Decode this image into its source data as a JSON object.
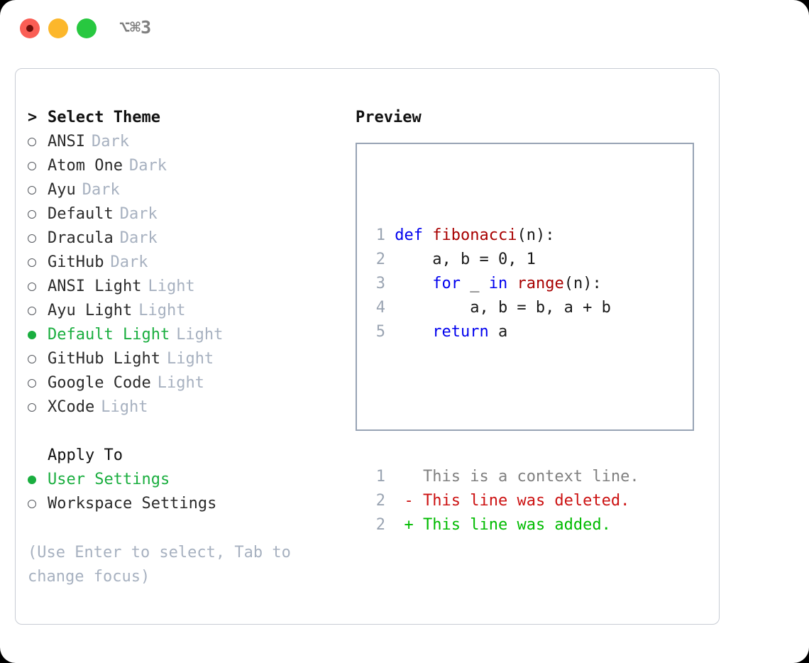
{
  "titlebar": {
    "shortcut": "⌥⌘3",
    "lights": [
      {
        "name": "close",
        "color": "#fa5e55"
      },
      {
        "name": "minimize",
        "color": "#fcb72b"
      },
      {
        "name": "maximize",
        "color": "#28c840"
      }
    ]
  },
  "theme_list": {
    "heading_marker": ">",
    "heading": "Select Theme",
    "items": [
      {
        "marker": "○",
        "selected": false,
        "label": "ANSI",
        "badge": "Dark"
      },
      {
        "marker": "○",
        "selected": false,
        "label": "Atom One",
        "badge": "Dark"
      },
      {
        "marker": "○",
        "selected": false,
        "label": "Ayu",
        "badge": "Dark"
      },
      {
        "marker": "○",
        "selected": false,
        "label": "Default",
        "badge": "Dark"
      },
      {
        "marker": "○",
        "selected": false,
        "label": "Dracula",
        "badge": "Dark"
      },
      {
        "marker": "○",
        "selected": false,
        "label": "GitHub",
        "badge": "Dark"
      },
      {
        "marker": "○",
        "selected": false,
        "label": "ANSI Light",
        "badge": "Light"
      },
      {
        "marker": "○",
        "selected": false,
        "label": "Ayu Light",
        "badge": "Light"
      },
      {
        "marker": "●",
        "selected": true,
        "label": "Default Light",
        "badge": "Light"
      },
      {
        "marker": "○",
        "selected": false,
        "label": "GitHub Light",
        "badge": "Light"
      },
      {
        "marker": "○",
        "selected": false,
        "label": "Google Code",
        "badge": "Light"
      },
      {
        "marker": "○",
        "selected": false,
        "label": "XCode",
        "badge": "Light"
      }
    ]
  },
  "apply_to": {
    "label": "Apply To",
    "options": [
      {
        "marker": "●",
        "selected": true,
        "label": "User Settings"
      },
      {
        "marker": "○",
        "selected": false,
        "label": "Workspace Settings"
      }
    ]
  },
  "hint": "(Use Enter to select, Tab to change focus)",
  "preview": {
    "title": "Preview",
    "code_lines": [
      {
        "num": "1",
        "tokens": [
          {
            "text": "def ",
            "style": "kw"
          },
          {
            "text": "fibonacci",
            "style": "fn"
          },
          {
            "text": "(n):",
            "style": "plain"
          }
        ]
      },
      {
        "num": "2",
        "tokens": [
          {
            "text": "    a, b = 0, 1",
            "style": "plain"
          }
        ]
      },
      {
        "num": "3",
        "tokens": [
          {
            "text": "    ",
            "style": "plain"
          },
          {
            "text": "for",
            "style": "kw"
          },
          {
            "text": " _ ",
            "style": "plain"
          },
          {
            "text": "in",
            "style": "kw"
          },
          {
            "text": " ",
            "style": "plain"
          },
          {
            "text": "range",
            "style": "fn"
          },
          {
            "text": "(n):",
            "style": "plain"
          }
        ]
      },
      {
        "num": "4",
        "tokens": [
          {
            "text": "        a, b = b, a + b",
            "style": "plain"
          }
        ]
      },
      {
        "num": "5",
        "tokens": [
          {
            "text": "    ",
            "style": "plain"
          },
          {
            "text": "return",
            "style": "kw"
          },
          {
            "text": " a",
            "style": "plain"
          }
        ]
      }
    ],
    "diff_lines": [
      {
        "num": "1",
        "sign": " ",
        "text": "This is a context line.",
        "style": "ctx"
      },
      {
        "num": "2",
        "sign": "-",
        "text": "This line was deleted.",
        "style": "del"
      },
      {
        "num": "2",
        "sign": "+",
        "text": "This line was added.",
        "style": "add"
      }
    ]
  },
  "colors": {
    "selected_green": "#1aae3f",
    "badge_gray": "#a7b1c0",
    "keyword_blue": "#0000ee",
    "function_red": "#a80000",
    "diff_add_green": "#00bb00",
    "diff_del_red": "#cc1111",
    "panel_border": "#97a3b4",
    "window_border": "#c8ccd4"
  }
}
